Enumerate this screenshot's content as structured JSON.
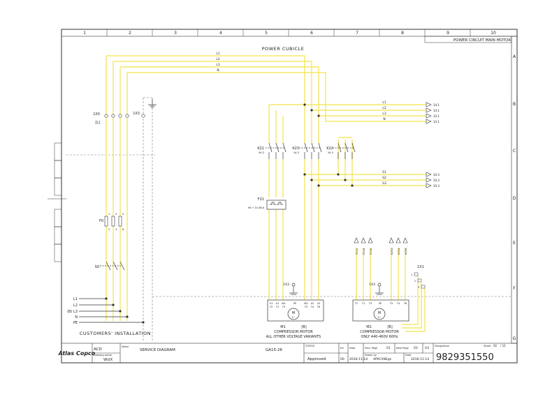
{
  "frame": {
    "columns": [
      "1",
      "2",
      "3",
      "4",
      "5",
      "6",
      "7",
      "8",
      "9",
      "10"
    ],
    "rows": [
      "A",
      "B",
      "C",
      "D",
      "E",
      "F",
      "G"
    ],
    "sheet_title": "POWER CIRCUIT MAIN MOTOR"
  },
  "sections": {
    "power_cubicle": "POWER CUBICLE",
    "customers_installation": "CUSTOMERS' INSTALLATION"
  },
  "buses": {
    "main": [
      "L1",
      "L2",
      "L3",
      "N"
    ],
    "right": [
      "L1",
      "L2",
      "L3",
      "N"
    ],
    "output": [
      "S1",
      "S2",
      "S3"
    ],
    "right_refs": [
      "14.1",
      "14.1",
      "14.1",
      "14.1"
    ],
    "output_refs": [
      "10.3",
      "10.3",
      "10.3"
    ]
  },
  "supply": {
    "terminals": [
      "L1",
      "L2",
      "(B) L3",
      "N",
      "PE"
    ],
    "terminal_block_1": "1X0",
    "terminal_block_2": "1X3",
    "bracket": "[L]"
  },
  "components": {
    "k21": {
      "name": "K21",
      "ref": "94.3"
    },
    "k23": {
      "name": "K23",
      "ref": "94.3"
    },
    "k22": {
      "name": "K22",
      "ref": "94.3"
    },
    "f21": {
      "name": "F21",
      "ref": "96 → 10.98.6"
    },
    "f0": {
      "name": "F0"
    },
    "s0": {
      "name": "S0"
    },
    "pins_top": [
      "1",
      "3",
      "5"
    ],
    "pins_bottom": [
      "2",
      "4",
      "6"
    ],
    "x3_a": "1X3",
    "x3_b": "1X3",
    "tx1": "1X1"
  },
  "motors": {
    "m1": {
      "name": "M1",
      "bracket": "[B]",
      "symbol": "M",
      "phase": "3~",
      "desc1": "COMPRESSOR MOTOR",
      "desc2": "ALL OTHER VOLTAGE VARIANTS",
      "terminals": [
        "V1",
        "U1",
        "W1",
        "PE",
        "W2",
        "U2",
        "V2"
      ],
      "terminals_lower": [
        "T2",
        "T1",
        "T3",
        "",
        "T5",
        "T4",
        "T6"
      ]
    },
    "m2": {
      "name": "M2",
      "bracket": "[B]",
      "symbol": "M",
      "phase": "3~",
      "desc1": "COMPRESSOR MOTOR",
      "desc2": "ONLY 440-460V 60Hz",
      "terminals": [
        "T2",
        "T1",
        "T3",
        "PE",
        "T5",
        "T4",
        "T6"
      ],
      "sensor_labels_left": [
        "F212",
        "F214",
        "F216"
      ],
      "sensor_labels_right": [
        "K232",
        "K234",
        "K236"
      ],
      "tx_terminals": [
        "1",
        "2",
        "3"
      ]
    }
  },
  "title_block": {
    "brand": "Atlas Copco",
    "acd": "ACD",
    "drawing_owner_label": "Drawing owner",
    "drawing_owner": "WUX",
    "name_label": "Name",
    "name": "SERVICE DIAGRAM",
    "model": "GA15-26",
    "status_label": "STATUS",
    "status": "Approved",
    "ed_label": "Ed.",
    "ed": "00",
    "date_label": "Date",
    "date": "2016-11-14",
    "prev_page_label": "Prev. Page",
    "prev_page": "01",
    "next_page_label": "Next Page",
    "next_page": "03",
    "size": "A3",
    "drawn_by_label": "Drawn by",
    "drawn_by": "APAC\\INEgn",
    "date2_label": "Date",
    "date2": "2016-11-14",
    "designation_label": "Designation",
    "designation": "9829351550",
    "sheet_label": "Sheet",
    "sheet": "02",
    "sheets": "/ 12"
  },
  "colors": {
    "wire": "#f2e34a",
    "line": "#333333",
    "dash": "#7a7a7a"
  }
}
